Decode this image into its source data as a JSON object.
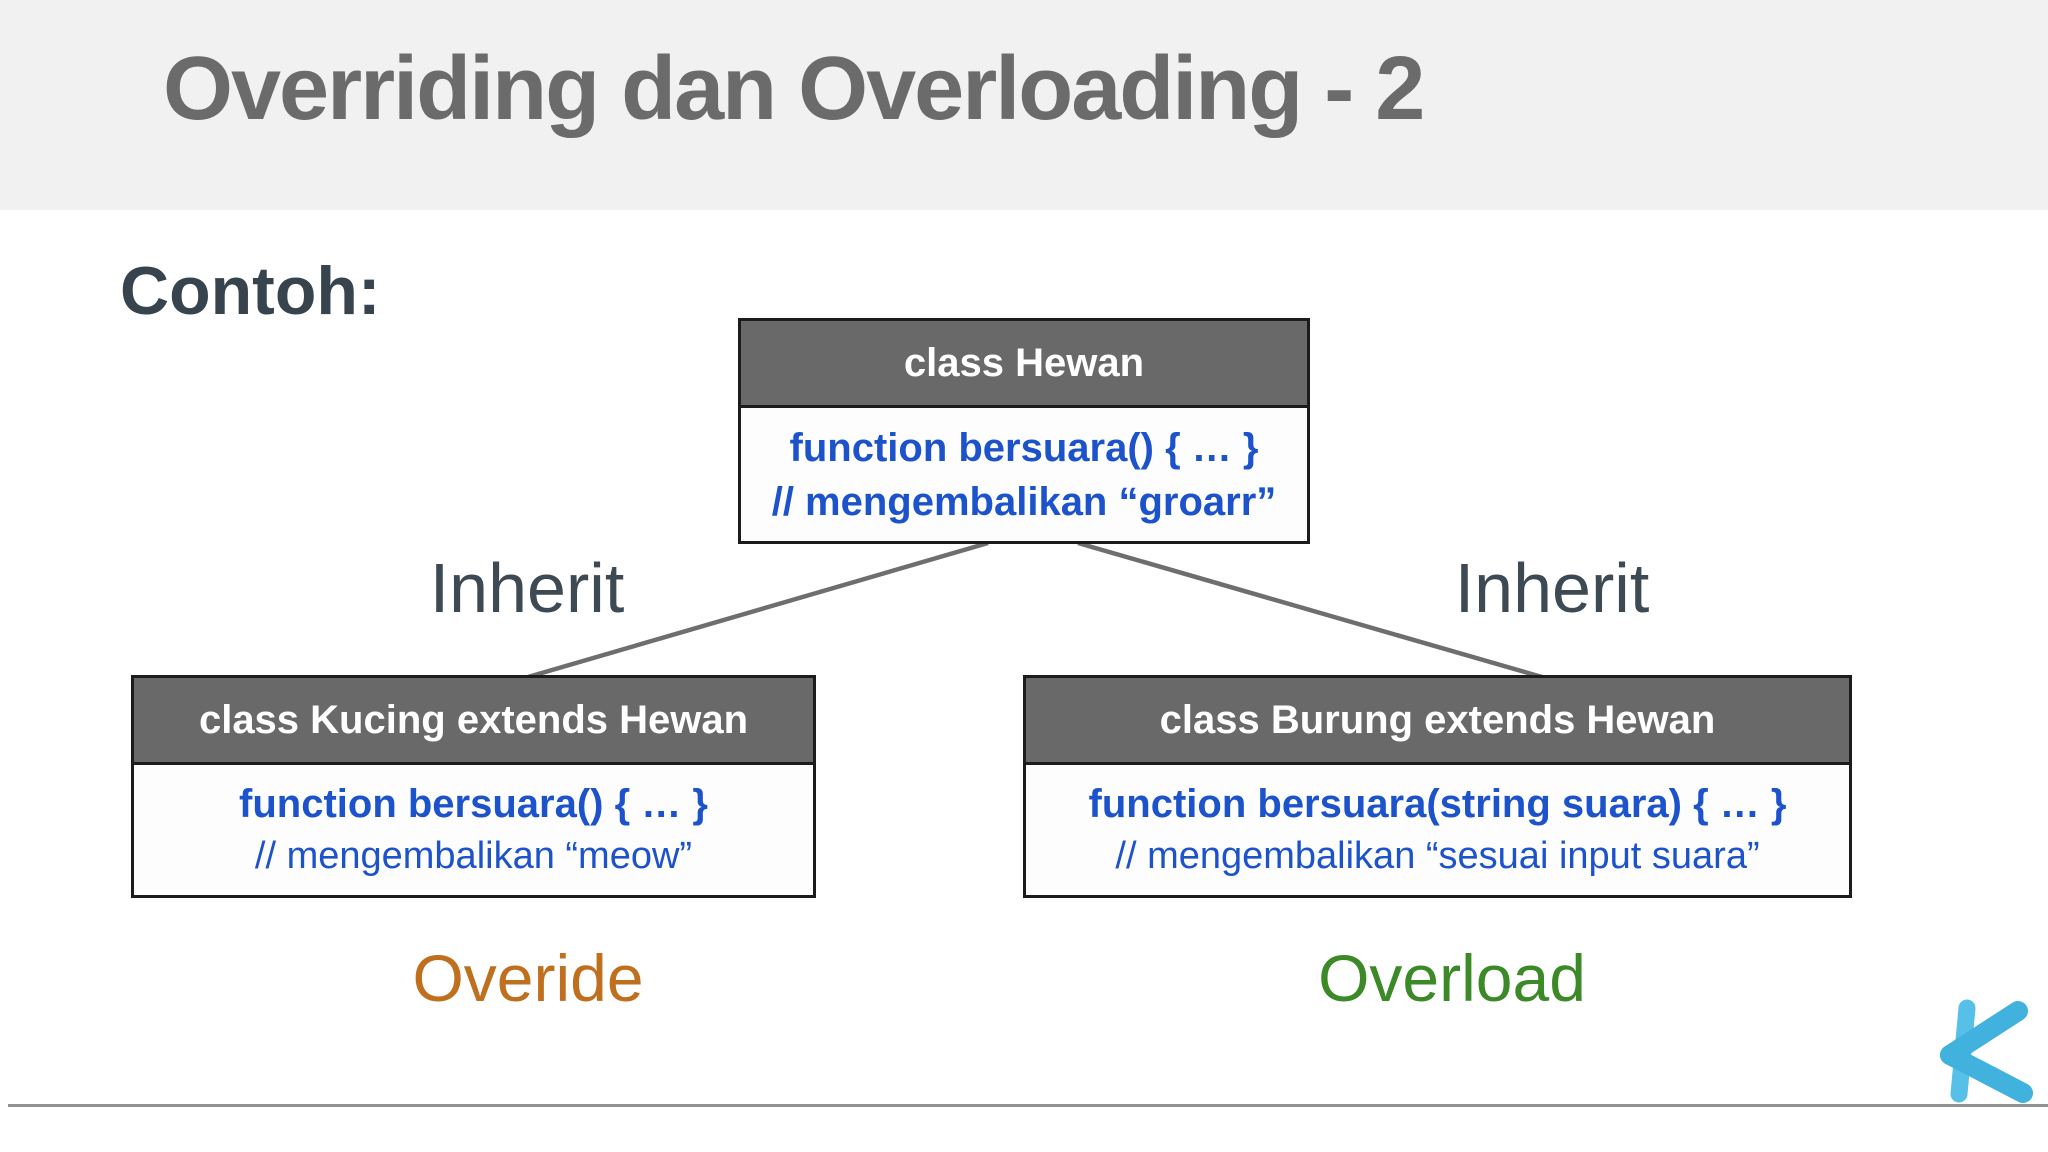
{
  "slide": {
    "title": "Overriding dan Overloading - 2",
    "section_label": "Contoh:",
    "inherit_left": "Inherit",
    "inherit_right": "Inherit",
    "override_label": "Overide",
    "overload_label": "Overload"
  },
  "diagram": {
    "parent": {
      "header": "class Hewan",
      "line1": "function bersuara() { … }",
      "line2": "// mengembalikan “groarr”"
    },
    "child_left": {
      "header": "class Kucing extends Hewan",
      "line1": "function bersuara() { … }",
      "line2": "// mengembalikan “meow”"
    },
    "child_right": {
      "header": "class Burung extends Hewan",
      "line1": "function bersuara(string suara) { … }",
      "line2": "// mengembalikan “sesuai input suara”"
    }
  },
  "colors": {
    "title_gray": "#6b6b6b",
    "band_gray": "#f1f1f2",
    "box_header_gray": "#696969",
    "code_blue": "#1d53ca",
    "dark_slate": "#3d4953",
    "override_orange": "#bf6f1e",
    "overload_green": "#3b8927",
    "connector_gray": "#6e6e6e",
    "logo_blue": "#49b7e2"
  }
}
